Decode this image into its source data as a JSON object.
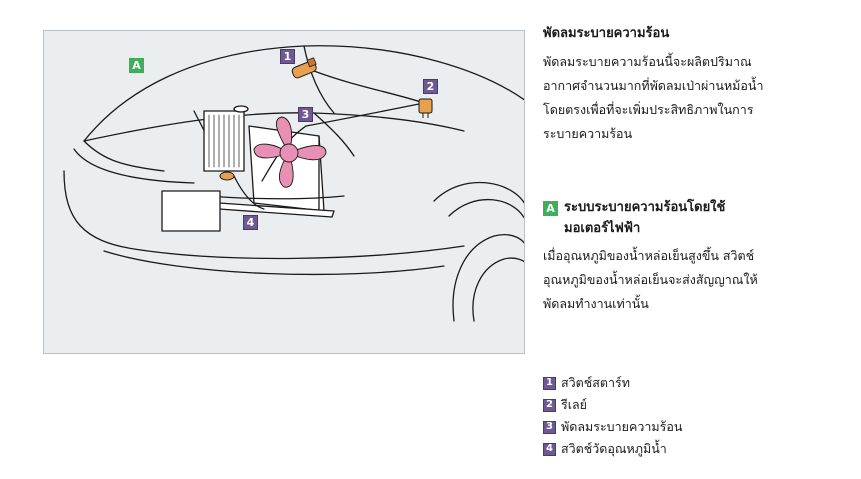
{
  "illustration": {
    "label_a": "A",
    "callouts": [
      "1",
      "2",
      "3",
      "4"
    ],
    "colors": {
      "background": "#ebeef1",
      "label_green": "#3fae5b",
      "label_purple": "#6d5a92",
      "fan_pink": "#e88fb4",
      "switch_orange": "#e8a050"
    }
  },
  "description": {
    "heading": "พัดลมระบายความร้อน",
    "lines": [
      "พัดลมระบายความร้อนนี้จะผลิตปริมาณ",
      "อากาศจำนวนมากที่พัดลมเป่าผ่านหม้อน้ำ",
      "โดยตรงเพื่อที่จะเพิ่มประสิทธิภาพในการ",
      "ระบายความร้อน"
    ]
  },
  "section_a": {
    "badge": "A",
    "title_line1": "ระบบระบายความร้อนโดยใช้",
    "title_line2": "มอเตอร์ไฟฟ้า",
    "lines": [
      "เมื่ออุณหภูมิของน้ำหล่อเย็นสูงขึ้น สวิตช์",
      "อุณหภูมิของน้ำหล่อเย็นจะส่งสัญญาณให้",
      "พัดลมทำงานเท่านั้น"
    ]
  },
  "legend": [
    {
      "num": "1",
      "label": "สวิตช์สตาร์ท"
    },
    {
      "num": "2",
      "label": "รีเลย์"
    },
    {
      "num": "3",
      "label": "พัดลมระบายความร้อน"
    },
    {
      "num": "4",
      "label": "สวิตช์วัดอุณหภูมิน้ำ"
    }
  ]
}
